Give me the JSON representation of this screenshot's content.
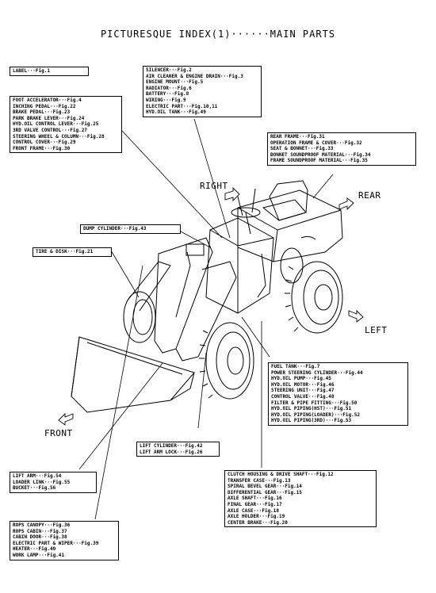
{
  "title": "PICTURESQUE INDEX(1)······MAIN PARTS",
  "directions": {
    "right": "RIGHT",
    "rear": "REAR",
    "left": "LEFT",
    "front": "FRONT"
  },
  "boxes": {
    "label": [
      "LABEL···Fig.1"
    ],
    "silencer": [
      "SILENCER···Fig.2",
      "AIR CLEANER & ENGINE DRAIN···Fig.3",
      "ENGINE MOUNT···Fig.5",
      "RADIATOR···Fig.6",
      "BATTERY···Fig.8",
      "WIRING···Fig.9",
      "ELECTRIC PART···Fig.10,11",
      "HYD.OIL TANK···Fig.49"
    ],
    "foot": [
      "FOOT ACCELERATOR···Fig.4",
      "INCHING PEDAL···Fig.22",
      "BRAKE PEDAL···Fig.23",
      "PARK BRAKE LEVER···Fig.24",
      "HYD.OIL CONTROL LEVER···Fig.25",
      "3RD VALVE CONTROL···Fig.27",
      "STEERING WHEEL & COLUMN···Fig.28",
      "CONTROL COVER···Fig.29",
      "FRONT FRAME···Fig.30"
    ],
    "rear": [
      "REAR FRAME···Fig.31",
      "OPERATION FRAME & COVER···Fig.32",
      "SEAT & BONNET···Fig.33",
      "BONNET SOUNDPROOF MATERIAL···Fig.34",
      "FRAME SOUNDPROOF MATERIAL···Fig.35"
    ],
    "dump": [
      "DUMP CYLINDER···Fig.43"
    ],
    "tire": [
      "TIRE & DISK···Fig.21"
    ],
    "fuel": [
      "FUEL TANK···Fig.7",
      "POWER STEERING CYLINDER···Fig.44",
      "HYD.OIL PUMP···Fig.45",
      "HYD.OIL MOTOR···Fig.46",
      "STEERING UNIT···Fig.47",
      "CONTROL VALVE···Fig.48",
      "FILTER & PIPE FITTING···Fig.50",
      "HYD.OIL PIPING(HST)···Fig.51",
      "HYD.OIL PIPING(LOADER)···Fig.52",
      "HYD.OIL PIPING(3RD)···Fig.53"
    ],
    "liftcyl": [
      "LIFT CYLINDER···Fig.42",
      "LIFT ARM LOCK···Fig.26"
    ],
    "liftarm": [
      "LIFT ARM···Fig.54",
      "LOADER LINK···Fig.55",
      "BUCKET···Fig.56"
    ],
    "clutch": [
      "CLUTCH HOUSING & DRIVE SHAFT···Fig.12",
      "TRANSFER CASE···Fig.13",
      "SPIRAL BEVEL GEAR···Fig.14",
      "DIFFERENTIAL GEAR···Fig.15",
      "AXLE SHAFT···Fig.16",
      "FINAL GEAR···Fig.17",
      "AXLE CASE···Fig.18",
      "AXLE HOLDER···Fig.19",
      "CENTER BRAKE···Fig.20"
    ],
    "rops": [
      "ROPS CANOPY···Fig.36",
      "ROPS CABIN···Fig.37",
      "CABIN DOOR···Fig.38",
      "ELECTRIC PART & WIPER···Fig.39",
      "HEATER···Fig.40",
      "WORK LAMP···Fig.41"
    ]
  }
}
